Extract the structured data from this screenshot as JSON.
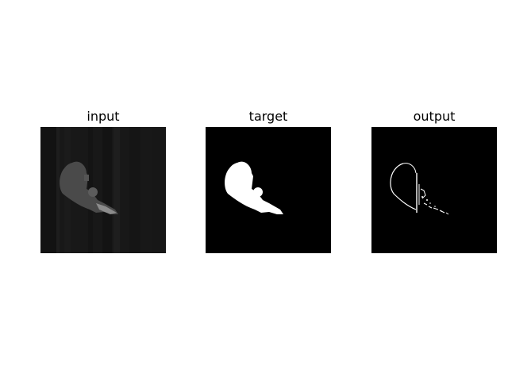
{
  "figure": {
    "panels": [
      {
        "title": "input"
      },
      {
        "title": "target"
      },
      {
        "title": "output"
      }
    ]
  }
}
